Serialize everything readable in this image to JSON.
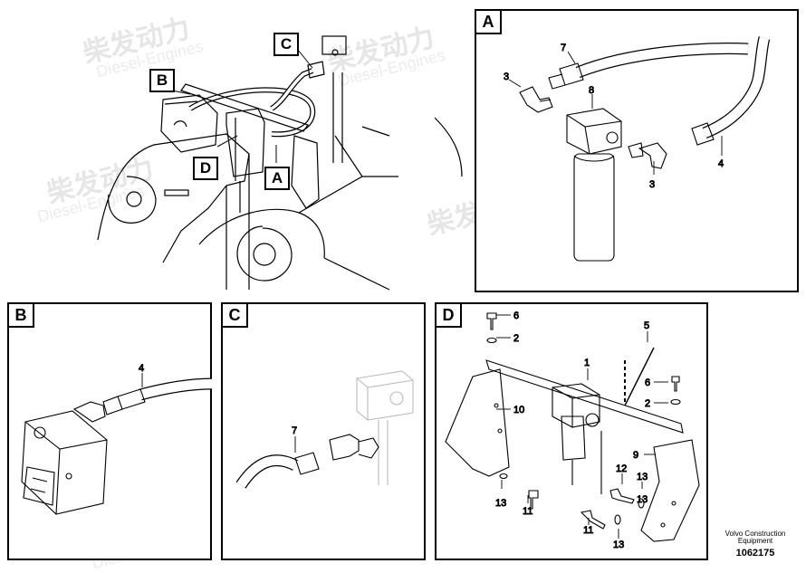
{
  "watermark": {
    "brand": "柴发动力",
    "sub": "Diesel-Engines"
  },
  "overview": {
    "callouts": {
      "a": "A",
      "b": "B",
      "c": "C",
      "d": "D"
    }
  },
  "panel_a": {
    "tag": "A",
    "labels": {
      "n7": "7",
      "n3a": "3",
      "n8": "8",
      "n4": "4",
      "n3b": "3"
    }
  },
  "panel_b": {
    "tag": "B",
    "labels": {
      "n4": "4"
    }
  },
  "panel_c": {
    "tag": "C",
    "labels": {
      "n7": "7"
    }
  },
  "panel_d": {
    "tag": "D",
    "labels": {
      "n6a": "6",
      "n2a": "2",
      "n5": "5",
      "n1": "1",
      "n6b": "6",
      "n2b": "2",
      "n10": "10",
      "n9": "9",
      "n12": "12",
      "n13a": "13",
      "n13b": "13",
      "n11a": "11",
      "n13c": "13",
      "n11b": "11",
      "n13d": "13"
    }
  },
  "footer": {
    "line1": "Volvo Construction",
    "line2": "Equipment",
    "doc_id": "1062175"
  }
}
